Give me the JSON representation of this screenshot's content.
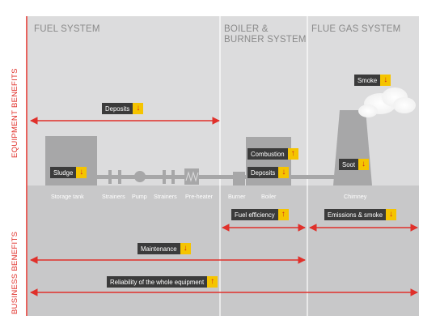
{
  "zones": [
    {
      "id": "fuel",
      "title": "FUEL SYSTEM"
    },
    {
      "id": "boiler",
      "title_line1": "BOILER &",
      "title_line2": "BURNER SYSTEM"
    },
    {
      "id": "flue",
      "title": "FLUE GAS SYSTEM"
    }
  ],
  "side_labels": {
    "equipment": "EQUIPMENT BENEFITS",
    "business": "BUSINESS BENEFITS"
  },
  "components": [
    "Storage tank",
    "Strainers",
    "Pump",
    "Strainers",
    "Pre-heater",
    "Burner",
    "Boiler",
    "Chimney"
  ],
  "equipment_tags": [
    {
      "label": "Deposits",
      "direction": "down"
    },
    {
      "label": "Sludge",
      "direction": "down"
    },
    {
      "label": "Combustion",
      "direction": "up"
    },
    {
      "label": "Deposits",
      "direction": "down"
    },
    {
      "label": "Smoke",
      "direction": "down"
    },
    {
      "label": "Soot",
      "direction": "down"
    }
  ],
  "business_tags": [
    {
      "label": "Fuel efficiency",
      "direction": "up"
    },
    {
      "label": "Emissions & smoke",
      "direction": "down"
    },
    {
      "label": "Maintenance",
      "direction": "down"
    },
    {
      "label": "Reliability of the whole equipment",
      "direction": "up"
    }
  ],
  "colors": {
    "panel_top": "#dcdcdd",
    "panel_bottom": "#c8c8c9",
    "equipment": "#a7a7a8",
    "arrow": "#e0302a",
    "tag_bg": "#3b3b3b",
    "tag_arrow_bg": "#f5c400",
    "tag_arrow": "#d0261f"
  },
  "icons": {
    "up": "arrow-up-icon",
    "down": "arrow-down-icon"
  }
}
